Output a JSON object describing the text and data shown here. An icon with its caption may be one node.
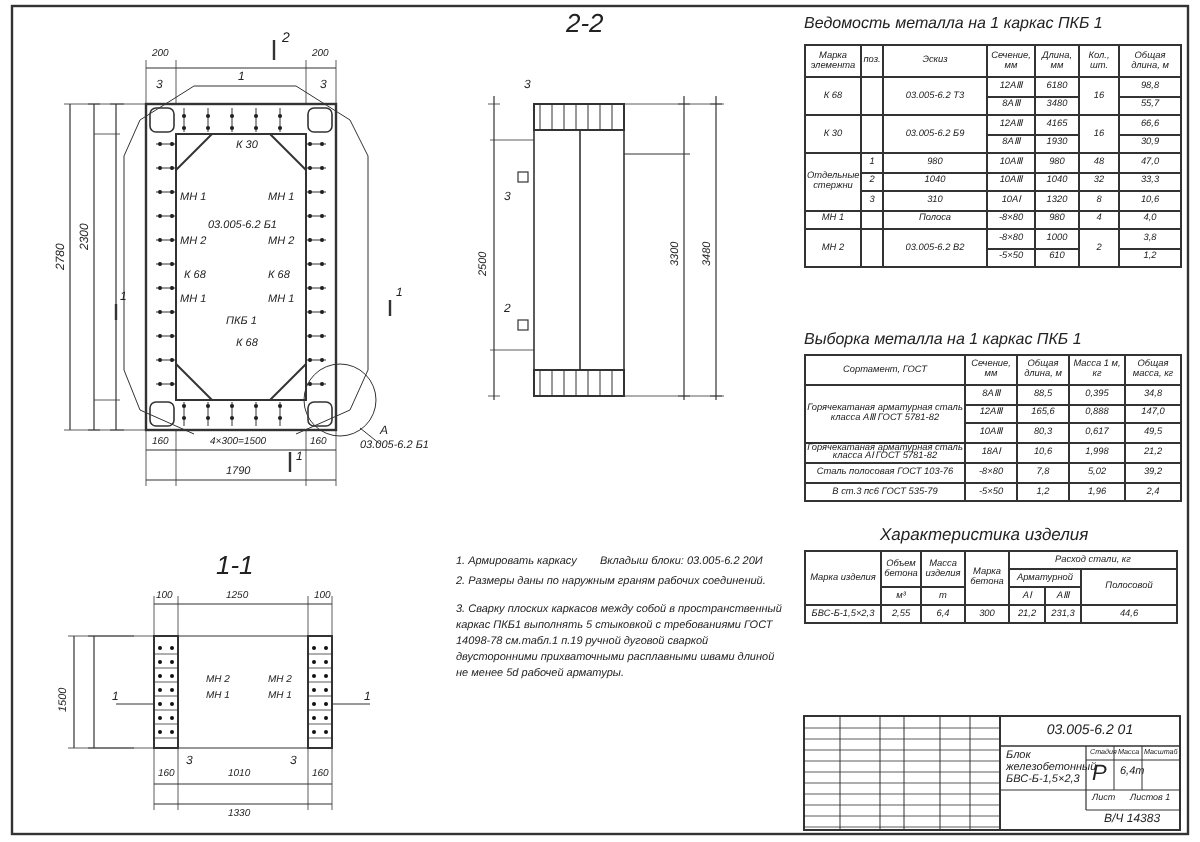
{
  "diagram": {
    "labels": [
      "2-2",
      "1-1",
      "2",
      "200",
      "200",
      "1",
      "3",
      "3",
      "2780",
      "2300",
      "К 30",
      "МН 1",
      "МН 1",
      "03.005-6.2 Б1",
      "МН 2",
      "МН 2",
      "К 68",
      "К 68",
      "МН 1",
      "МН 1",
      "ПКБ 1",
      "К 68",
      "1",
      "1",
      "А",
      "03.005-6.2 Б1",
      "160",
      "4×300=1500",
      "160",
      "1790",
      "1",
      "3",
      "3",
      "2",
      "2500",
      "3300",
      "3480",
      "100",
      "1250",
      "100",
      "1500",
      "МН 2",
      "МН 2",
      "1",
      "МН 1",
      "МН 1",
      "1",
      "3",
      "3",
      "160",
      "1010",
      "160",
      "1330",
      "Ведомость металла на 1 каркас ПКБ 1",
      "Выборка металла на 1 каркас ПКБ 1",
      "Характеристика изделия",
      "1. Армировать каркасу",
      "Вкладыш блоки: 03.005-6.2 20И",
      "2. Размеры даны по наружным граням рабочих соединений.",
      "3. Сварку плоских каркасов между собой в пространственный каркас ПКБ1 выполнять 5 стыковкой с требованиями ГОСТ 14098-78 см.табл.1 п.19 ручной дуговой сваркой двусторонними прихваточными расплавными швами длиной не менее 5d рабочей арматуры.",
      "Марка элемента",
      "поз.",
      "Эскиз",
      "Сечение, мм",
      "Длина, мм",
      "Кол., шт.",
      "Общая длина, м",
      "К 68",
      "03.005-6.2 Т3",
      "12АⅢ",
      "6180",
      "16",
      "98,8",
      "8АⅢ",
      "3480",
      "55,7",
      "К 30",
      "03.005-6.2 Б9",
      "12АⅢ",
      "4165",
      "16",
      "66,6",
      "8АⅢ",
      "1930",
      "30,9",
      "Отдельные стержни",
      "1",
      "980",
      "10АⅢ",
      "980",
      "48",
      "47,0",
      "2",
      "1040",
      "10АⅢ",
      "1040",
      "32",
      "33,3",
      "3",
      "310",
      "10АⅠ",
      "1320",
      "8",
      "10,6",
      "МН 1",
      "Полоса",
      "-8×80",
      "980",
      "4",
      "4,0",
      "МН 2",
      "03.005-6.2 В2",
      "-8×80",
      "1000",
      "2",
      "3,8",
      "-5×50",
      "610",
      "1,2",
      "Сортамент, ГОСТ",
      "Сечение, мм",
      "Общая длина, м",
      "Масса 1 м, кг",
      "Общая масса, кг",
      "Горячекатаная арматурная сталь класса АⅢ ГОСТ 5781-82",
      "8АⅢ",
      "88,5",
      "0,395",
      "34,8",
      "12АⅢ",
      "165,6",
      "0,888",
      "147,0",
      "10АⅢ",
      "80,3",
      "0,617",
      "49,5",
      "Горячекатаная арматурная сталь класса АⅠ ГОСТ 5781-82",
      "18АⅠ",
      "10,6",
      "1,998",
      "21,2",
      "Сталь полосовая ГОСТ 103-76",
      "-8×80",
      "7,8",
      "5,02",
      "39,2",
      "В ст.3 пс6 ГОСТ 535-79",
      "-5×50",
      "1,2",
      "1,96",
      "2,4",
      "Марка изделия",
      "Объем бетона",
      "Масса изделия",
      "Марка бетона",
      "Расход стали, кг",
      "Арматурной",
      "Полосовой",
      "м³",
      "т",
      "АⅠ",
      "АⅢ",
      "БВС-Б-1,5×2,3",
      "2,55",
      "6,4",
      "300",
      "21,2",
      "231,3",
      "44,6",
      "03.005-6.2 01",
      "Блок железобетонный БВС-Б-1,5×2,3",
      "Стадия",
      "Масса",
      "Масштаб",
      "Р",
      "6,4т",
      "Лист",
      "Листов 1",
      "В/Ч 14383"
    ]
  }
}
